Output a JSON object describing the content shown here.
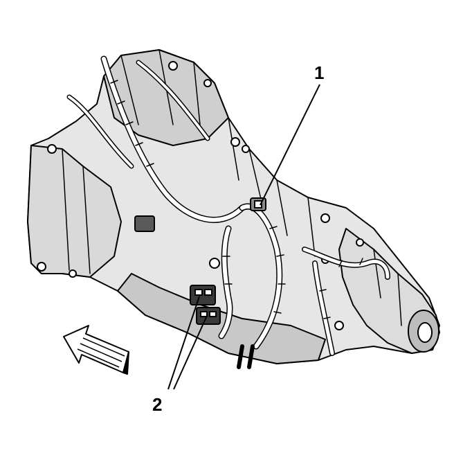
{
  "diagram": {
    "callouts": [
      {
        "id": "1",
        "label": "1"
      },
      {
        "id": "2",
        "label": "2"
      }
    ],
    "colors": {
      "ink": "#000000",
      "paper": "#ffffff",
      "shade": "#d9d9d9",
      "shade_dark": "#bdbdbd"
    },
    "icons": {
      "direction_arrow": "front-direction-arrow-icon"
    }
  }
}
